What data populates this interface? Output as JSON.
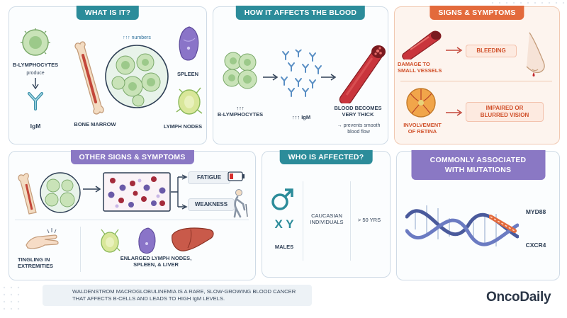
{
  "panels": {
    "what": {
      "title": "WHAT IS IT?",
      "b_lymphocytes": "B-LYMPHOCYTES",
      "produce": "produce",
      "igm": "IgM",
      "numbers": "↑↑↑ numbers",
      "bone_marrow": "BONE MARROW",
      "spleen": "SPLEEN",
      "lymph_nodes": "LYMPH NODES"
    },
    "blood": {
      "title": "HOW IT AFFECTS THE BLOOD",
      "b_lymphocytes": "↑↑↑\nB-LYMPHOCYTES",
      "igm": "↑↑↑ IgM",
      "thick": "BLOOD BECOMES\nVERY THICK",
      "prevents": "→ prevents smooth\nblood flow"
    },
    "signs": {
      "title": "SIGNS & SYMPTOMS",
      "damage": "DAMAGE TO\nSMALL VESSELS",
      "bleeding": "BLEEDING",
      "retina": "INVOLVEMENT\nOF RETINA",
      "vision": "IMPAIRED OR\nBLURRED VISION"
    },
    "other": {
      "title": "OTHER SIGNS & SYMPTOMS",
      "fatigue": "FATIGUE",
      "weakness": "WEAKNESS",
      "tingling": "TINGLING IN\nEXTREMITIES",
      "enlarged": "ENLARGED LYMPH NODES,\nSPLEEN, & LIVER"
    },
    "who": {
      "title": "WHO IS AFFECTED?",
      "xy": "X Y",
      "males": "MALES",
      "caucasian": "CAUCASIAN\nINDIVIDUALS",
      "age": "> 50 YRS"
    },
    "mutations": {
      "title": "COMMONLY ASSOCIATED\nWITH MUTATIONS",
      "myd88": "MYD88",
      "cxcr4": "CXCR4"
    }
  },
  "footer": {
    "text": "WALDENSTROM MACROGLOBULINEMIA IS A RARE, SLOW-GROWING BLOOD CANCER\nTHAT AFFECTS B-CELLS AND LEADS TO HIGH IgM LEVELS."
  },
  "logo": "OncoDaily",
  "colors": {
    "teal": "#2c8c9a",
    "orange": "#e36a3c",
    "purple": "#8a78c4",
    "blood_red": "#b5272d",
    "cell_green": "#b8d7a6"
  }
}
